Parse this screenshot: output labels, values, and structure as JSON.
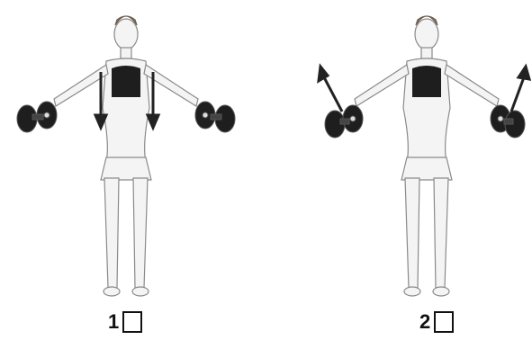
{
  "options": [
    {
      "number": "1",
      "arrow_direction": "down"
    },
    {
      "number": "2",
      "arrow_direction": "up-outward"
    }
  ],
  "colors": {
    "body_line": "#8a8a8a",
    "dark": "#1e1e1e",
    "skin_fill": "#f4f4f4"
  }
}
